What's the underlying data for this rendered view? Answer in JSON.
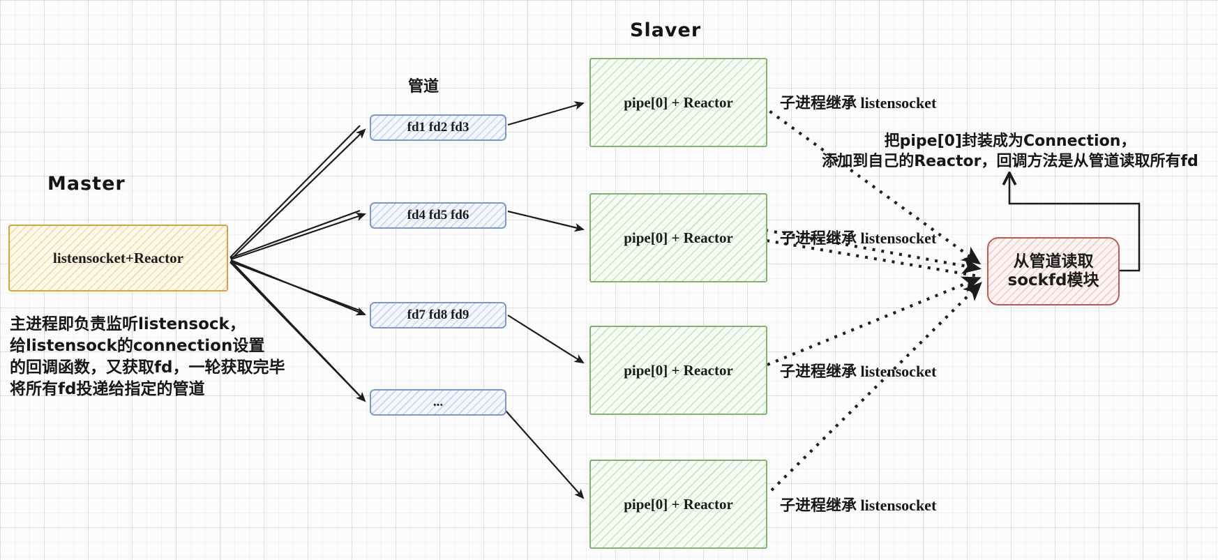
{
  "colors": {
    "master_border": "#d9a23f",
    "pipe_border": "#7b97cf",
    "slaver_border": "#82b36b",
    "reader_border": "#bf5850",
    "arrow": "#1c1c1c"
  },
  "master": {
    "title": "Master",
    "box_label": "listensocket+Reactor",
    "note_lines": [
      "主进程即负责监听listensock，",
      "给listensock的connection设置",
      "的回调函数，又获取fd，一轮获取完毕",
      "将所有fd投递给指定的管道"
    ]
  },
  "pipes": {
    "title": "管道",
    "items": [
      {
        "label": "fd1 fd2 fd3"
      },
      {
        "label": "fd4 fd5 fd6"
      },
      {
        "label": "fd7 fd8 fd9"
      },
      {
        "label": "..."
      }
    ]
  },
  "slaver": {
    "title": "Slaver",
    "box_label": "pipe[0] + Reactor",
    "inherit_label": "子进程继承 listensocket"
  },
  "reader": {
    "box_label": "从管道读取sockfd模块",
    "note_lines": [
      "把pipe[0]封装成为Connection，",
      "添加到自己的Reactor，回调方法是从管道读取所有fd"
    ]
  }
}
